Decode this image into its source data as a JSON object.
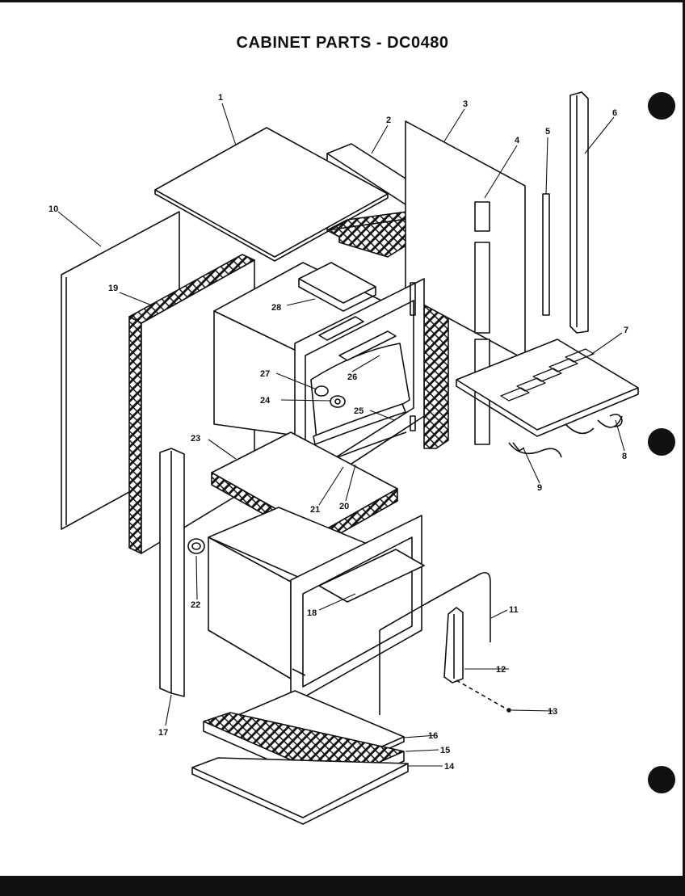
{
  "title": "CABINET PARTS - DC0480",
  "callouts": [
    "1",
    "2",
    "3",
    "4",
    "5",
    "6",
    "7",
    "8",
    "9",
    "10",
    "11",
    "12",
    "13",
    "14",
    "15",
    "16",
    "17",
    "18",
    "19",
    "20",
    "21",
    "22",
    "23",
    "24",
    "25",
    "26",
    "27",
    "28"
  ]
}
